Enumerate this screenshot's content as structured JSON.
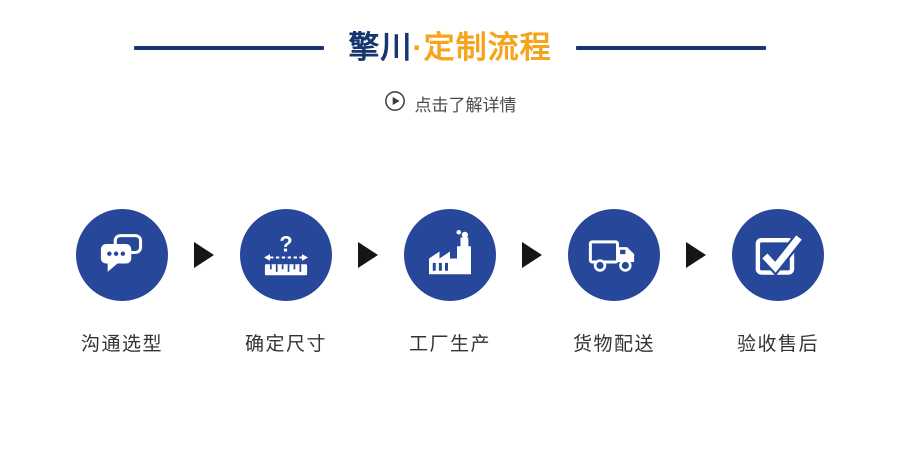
{
  "header": {
    "title_primary": "擎川",
    "title_accent": "·定制流程",
    "subtitle": "点击了解详情"
  },
  "steps": [
    {
      "label": "沟通选型",
      "icon": "chat-icon"
    },
    {
      "label": "确定尺寸",
      "icon": "ruler-icon"
    },
    {
      "label": "工厂生产",
      "icon": "factory-icon"
    },
    {
      "label": "货物配送",
      "icon": "truck-icon"
    },
    {
      "label": "验收售后",
      "icon": "checklist-icon"
    }
  ],
  "colors": {
    "circle_blue": "#27479b",
    "title_navy": "#17356e",
    "title_orange": "#f6a41d",
    "line_navy": "#17356e",
    "arrow_black": "#151515",
    "label_text": "#333333",
    "subtitle_text": "#4a4a4a"
  }
}
